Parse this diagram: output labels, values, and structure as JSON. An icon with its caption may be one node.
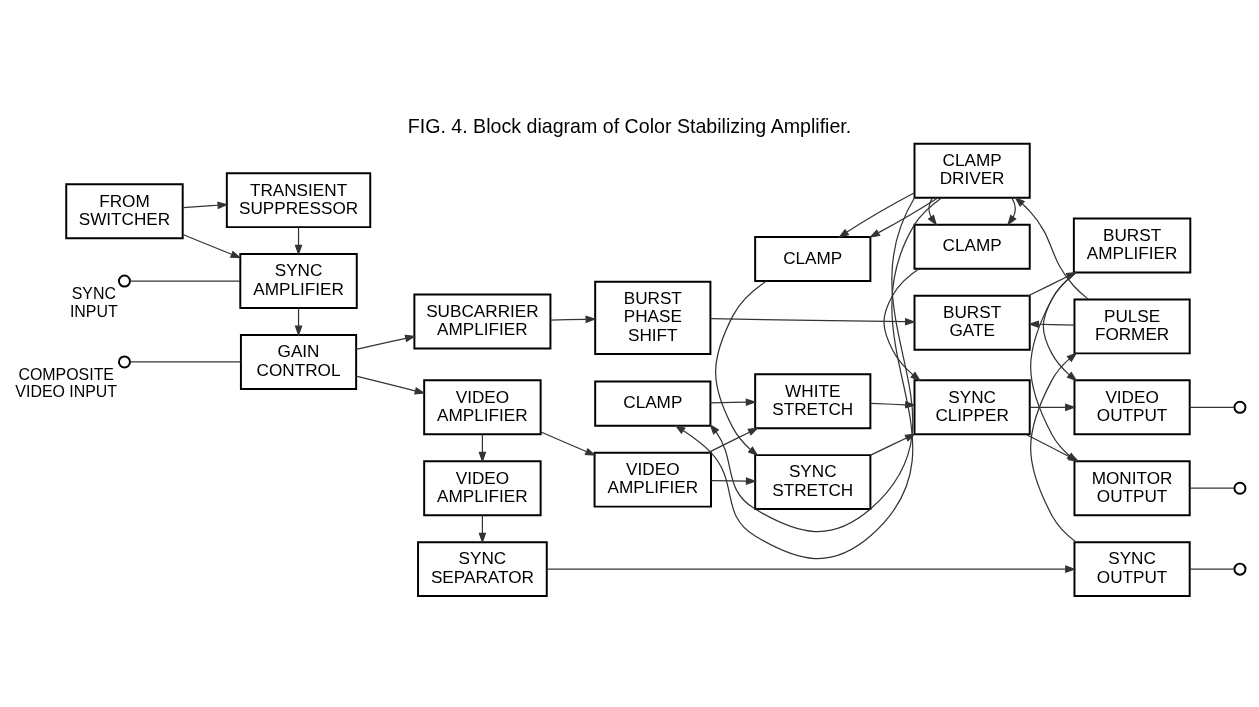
{
  "diagram": {
    "title": "FIG. 4. Block diagram of Color Stabilizing Amplifier.",
    "nodes": [
      {
        "text": [
          "SUBCARRIER AMPLIFIER"
        ]
      },
      {
        "text": [
          "BURST PHASE SHIFT"
        ]
      },
      {
        "text": [
          "BURST GATE"
        ]
      },
      {
        "text": [
          "BURST AMPLIFIER"
        ]
      },
      {
        "text": [
          "WHITE STRETCH"
        ]
      },
      {
        "text": [
          "VIDEO OUTPUT"
        ]
      },
      {
        "text": [],
        "shape": "circle"
      },
      {
        "text": [],
        "shape": "circle",
        "beside": [
          "COMPOSITE",
          "VIDEO INPUT"
        ]
      },
      {
        "text": [
          "GAIN CONTROL"
        ]
      },
      {
        "text": [
          "VIDEO AMPLIFIER"
        ]
      },
      {
        "text": [
          "VIDEO AMPLIFIER"
        ]
      },
      {
        "text": [
          "SYNC CLIPPER"
        ]
      },
      {
        "text": [
          "SYNC STRETCH"
        ]
      },
      {
        "text": [
          "MONITOR OUTPUT"
        ]
      },
      {
        "text": [],
        "shape": "circle"
      },
      {
        "text": [],
        "shape": "circle",
        "beside": [
          "SYNC",
          "INPUT"
        ]
      },
      {
        "text": [
          "SYNC AMPLIFIER"
        ]
      },
      {
        "text": [
          "VIDEO AMPLIFIER"
        ]
      },
      {
        "text": [
          "CLAMP"
        ]
      },
      {
        "text": [
          "CLAMP"
        ]
      },
      {
        "text": [
          "CLAMP"
        ]
      },
      {
        "text": [
          "TRANSIENT SUPPRESSOR"
        ]
      },
      {
        "text": [
          "SYNC SEPARATOR"
        ]
      },
      {
        "text": [
          "PULSE FORMER"
        ]
      },
      {
        "text": [
          "CLAMP DRIVER"
        ]
      },
      {
        "text": [
          "SYNC OUTPUT"
        ]
      },
      {
        "text": [],
        "shape": "circle"
      },
      {
        "text": [
          "FROM SWITCHER"
        ]
      }
    ],
    "edges": [
      {
        "from": 7,
        "to": 8,
        "arrow": "none"
      },
      {
        "from": 8,
        "to": 0,
        "arrow": "to"
      },
      {
        "from": 0,
        "to": 1,
        "arrow": "to"
      },
      {
        "from": 1,
        "to": 2,
        "arrow": "to"
      },
      {
        "from": 2,
        "to": 3,
        "arrow": "to"
      },
      {
        "from": 3,
        "to": 5,
        "arrow": "to"
      },
      {
        "from": 3,
        "to": 13,
        "arrow": "to"
      },
      {
        "from": 8,
        "to": 9,
        "arrow": "to"
      },
      {
        "from": 9,
        "to": 10,
        "arrow": "to"
      },
      {
        "from": 9,
        "to": 17,
        "arrow": "to"
      },
      {
        "from": 10,
        "to": 4,
        "arrow": "to"
      },
      {
        "from": 10,
        "to": 12,
        "arrow": "to"
      },
      {
        "from": 18,
        "to": 4,
        "arrow": "to"
      },
      {
        "from": 20,
        "to": 12,
        "arrow": "to"
      },
      {
        "from": 4,
        "to": 11,
        "arrow": "to"
      },
      {
        "from": 12,
        "to": 11,
        "arrow": "to"
      },
      {
        "from": 19,
        "to": 11,
        "arrow": "to"
      },
      {
        "from": 11,
        "to": 5,
        "arrow": "to"
      },
      {
        "from": 11,
        "to": 13,
        "arrow": "to"
      },
      {
        "from": 5,
        "to": 6,
        "arrow": "none"
      },
      {
        "from": 13,
        "to": 14,
        "arrow": "none"
      },
      {
        "from": 15,
        "to": 16,
        "arrow": "none"
      },
      {
        "from": 16,
        "to": 8,
        "arrow": "to"
      },
      {
        "from": 21,
        "to": 16,
        "arrow": "to"
      },
      {
        "from": 27,
        "to": 16,
        "arrow": "to"
      },
      {
        "from": 27,
        "to": 21,
        "arrow": "to"
      },
      {
        "from": 17,
        "to": 22,
        "arrow": "to"
      },
      {
        "from": 22,
        "to": 25,
        "arrow": "to"
      },
      {
        "from": 25,
        "to": 23,
        "arrow": "to"
      },
      {
        "from": 23,
        "to": 24,
        "arrow": "to"
      },
      {
        "from": 23,
        "to": 2,
        "arrow": "to"
      },
      {
        "from": 24,
        "to": 18,
        "arrow": "to"
      },
      {
        "from": 24,
        "to": 18,
        "arrow": "to"
      },
      {
        "from": 24,
        "to": 20,
        "arrow": "to"
      },
      {
        "from": 24,
        "to": 20,
        "arrow": "to"
      },
      {
        "from": 24,
        "to": 19,
        "arrow": "to"
      },
      {
        "from": 24,
        "to": 19,
        "arrow": "to"
      },
      {
        "from": 25,
        "to": 26,
        "arrow": "none"
      }
    ]
  }
}
